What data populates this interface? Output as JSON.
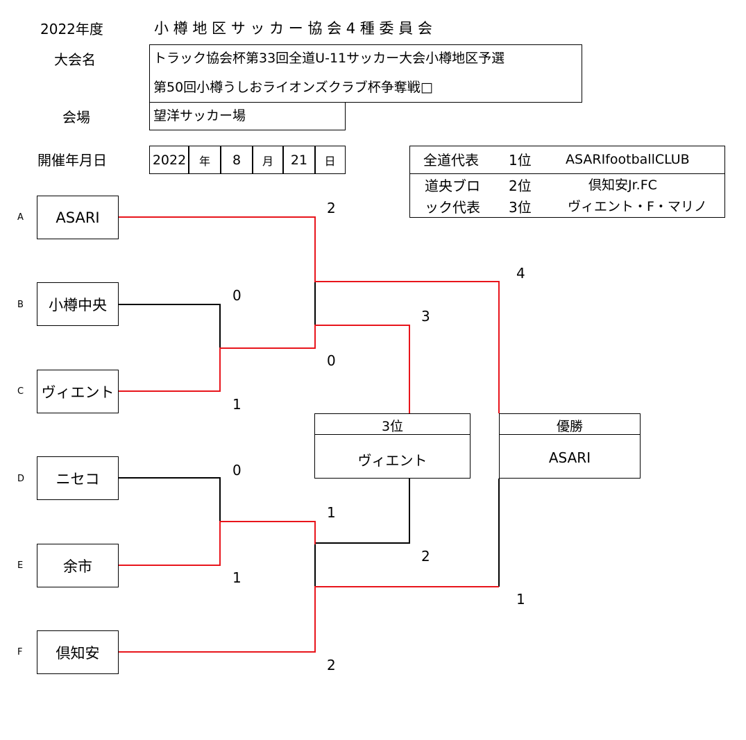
{
  "header": {
    "year": "2022年度",
    "org": "小 樽 地 区 サ ッ カ ー 協 会 4 種 委 員 会"
  },
  "tournament": {
    "label": "大会名",
    "name_line1": "トラック協会杯第33回全道U-11サッカー大会小樽地区予選",
    "name_line2": "第50回小樽うしおライオンズクラブ杯争奪戦",
    "name_line2_mark": "□"
  },
  "venue": {
    "label": "会場",
    "value": "望洋サッカー場"
  },
  "date": {
    "label": "開催年月日",
    "year": "2022",
    "year_unit": "年",
    "month": "8",
    "month_unit": "月",
    "day": "21",
    "day_unit": "日"
  },
  "representatives": {
    "label": "全道代表",
    "label_cont1": "道央ブロ",
    "label_cont2": "ック代表",
    "rows": [
      {
        "rank": "1位",
        "team": "ASARIfootballCLUB"
      },
      {
        "rank": "2位",
        "team": "倶知安Jr.FC"
      },
      {
        "rank": "3位",
        "team": "ヴィエント・F・マリノ"
      }
    ]
  },
  "bracket": {
    "teams": [
      {
        "letter": "A",
        "name": "ASARI"
      },
      {
        "letter": "B",
        "name": "小樽中央"
      },
      {
        "letter": "C",
        "name": "ヴィエント"
      },
      {
        "letter": "D",
        "name": "ニセコ"
      },
      {
        "letter": "E",
        "name": "余市"
      },
      {
        "letter": "F",
        "name": "倶知安"
      }
    ],
    "scores": {
      "b_vs_c_top": "0",
      "b_vs_c_bottom": "1",
      "a_semi": "2",
      "bc_semi": "0",
      "d_vs_e_top": "0",
      "d_vs_e_bottom": "1",
      "de_semi": "1",
      "f_semi": "2",
      "third_top": "3",
      "third_bottom": "2",
      "final_top": "4",
      "final_bottom": "1"
    },
    "third_place": {
      "title": "3位",
      "team": "ヴィエント"
    },
    "champion": {
      "title": "優勝",
      "team": "ASARI"
    }
  },
  "colors": {
    "winner_line": "#e8141b",
    "loser_line": "#000000"
  }
}
